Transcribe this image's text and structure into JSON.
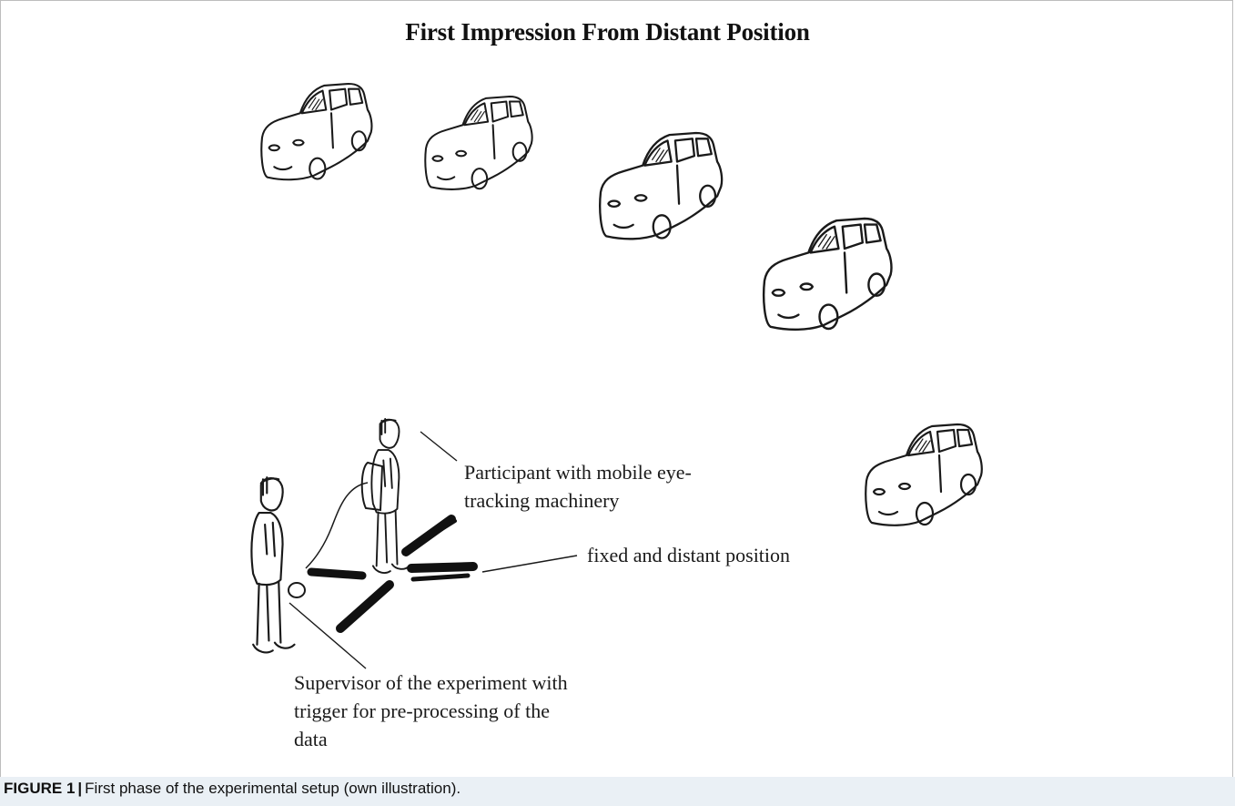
{
  "figure": {
    "title": "First Impression From Distant Position",
    "labels": {
      "participant_line1": "Participant with mobile eye-",
      "participant_line2": "tracking machinery",
      "position": "fixed and distant position",
      "supervisor_line1": "Supervisor of the experiment with",
      "supervisor_line2": "trigger for pre-processing of the",
      "supervisor_line3": "data"
    },
    "icons": [
      "car-sketch",
      "person-sketch",
      "backpack-sketch",
      "cross-marker-sketch"
    ]
  },
  "caption": {
    "prefix": "FIGURE 1",
    "separator": "|",
    "text": "First phase of the experimental setup (own illustration)."
  },
  "colors": {
    "ink": "#1a1a1a",
    "caption_background": "#eaf0f5",
    "frame_border": "#bdbdbd"
  }
}
